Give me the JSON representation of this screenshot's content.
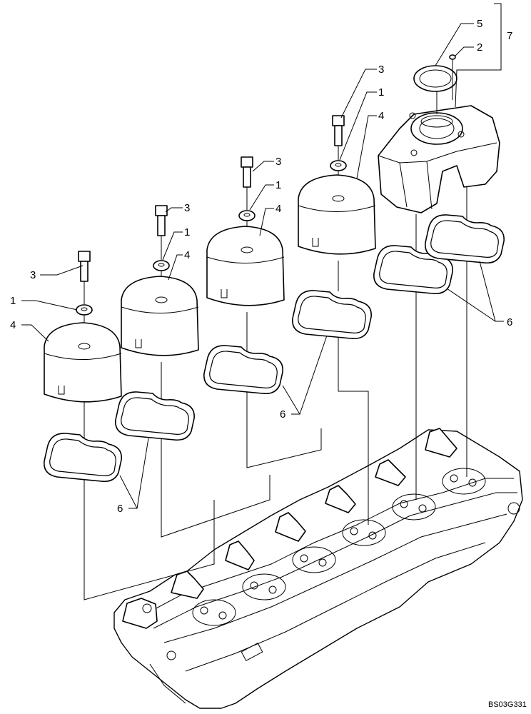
{
  "callouts": {
    "c1": "1",
    "c2": "2",
    "c3": "3",
    "c4": "4",
    "c5": "5",
    "c6": "6",
    "c7": "7"
  },
  "reference_code": "BS03G331"
}
